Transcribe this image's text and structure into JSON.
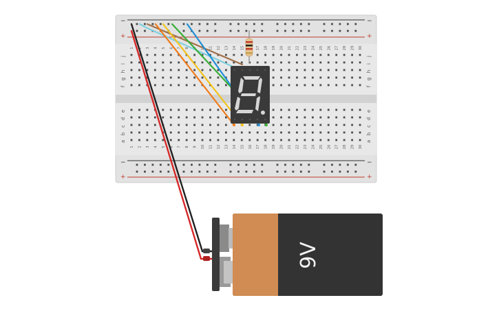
{
  "breadboard": {
    "columns": 30,
    "rows_top": [
      "j",
      "i",
      "h",
      "g",
      "f"
    ],
    "rows_bottom": [
      "e",
      "d",
      "c",
      "b",
      "a"
    ],
    "rail_minus": "−",
    "rail_plus": "+"
  },
  "display": {
    "segment_on_color": "#d6d6d6",
    "body_color": "#3a3a3a"
  },
  "battery": {
    "label": "9V",
    "body_color": "#333333",
    "accent_color": "#d08c52"
  },
  "resistor": {
    "bands": [
      "#c0392b",
      "#222222",
      "#c0392b",
      "#c8a050"
    ]
  },
  "wires": [
    {
      "name": "wire-black",
      "color": "#222222"
    },
    {
      "name": "wire-red",
      "color": "#d62828"
    },
    {
      "name": "wire-light-blue",
      "color": "#7fd0e0"
    },
    {
      "name": "wire-brown",
      "color": "#a0704a"
    },
    {
      "name": "wire-orange",
      "color": "#f07c1a"
    },
    {
      "name": "wire-yellow",
      "color": "#f2c21b"
    },
    {
      "name": "wire-green",
      "color": "#3aae3a"
    },
    {
      "name": "wire-blue",
      "color": "#1e8fd6"
    }
  ]
}
